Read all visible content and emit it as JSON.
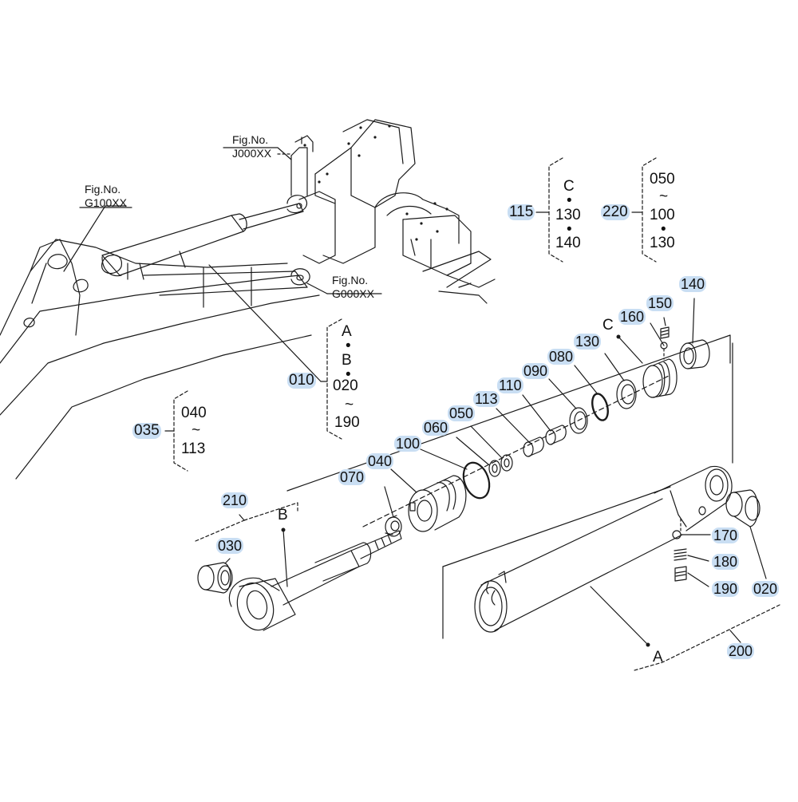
{
  "diagram": {
    "highlight_color": "#c9def3",
    "line_color": "#1a1a1a",
    "figure_refs": [
      {
        "id": "fig-g100",
        "label": "Fig.No.",
        "code": "G100XX"
      },
      {
        "id": "fig-j000",
        "label": "Fig.No.",
        "code": "J000XX"
      },
      {
        "id": "fig-g000",
        "label": "Fig.No.",
        "code": "G000XX"
      }
    ],
    "part_numbers": {
      "p010": "010",
      "p020": "020",
      "p030": "030",
      "p035": "035",
      "p040": "040",
      "p050": "050",
      "p060": "060",
      "p070": "070",
      "p080": "080",
      "p090": "090",
      "p100": "100",
      "p110": "110",
      "p113": "113",
      "p115": "115",
      "p130": "130",
      "p140": "140",
      "p150": "150",
      "p160": "160",
      "p170": "170",
      "p180": "180",
      "p190": "190",
      "p200": "200",
      "p210": "210",
      "p220": "220"
    },
    "groups": {
      "g010": {
        "items": [
          "A",
          "•",
          "B",
          "•",
          "020",
          "~",
          "190"
        ]
      },
      "g035": {
        "items": [
          "040",
          "~",
          "113"
        ]
      },
      "g115": {
        "items": [
          "C",
          "•",
          "130",
          "•",
          "140"
        ]
      },
      "g220": {
        "items": [
          "050",
          "~",
          "100",
          "•",
          "130"
        ]
      }
    },
    "ref_letters": {
      "a": "A",
      "b": "B",
      "c": "C"
    }
  }
}
